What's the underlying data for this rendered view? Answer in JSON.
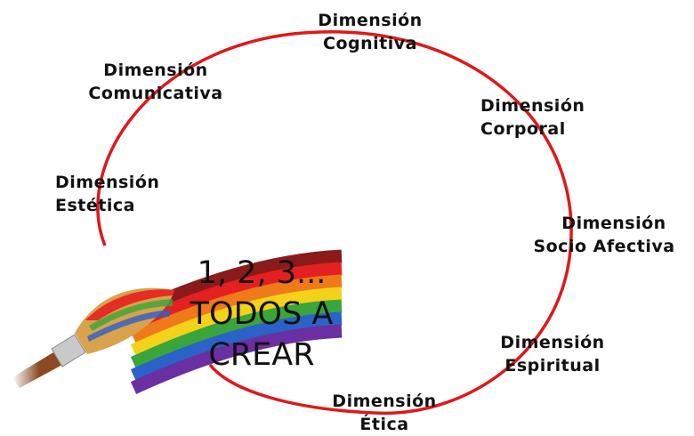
{
  "diagram": {
    "circle_color": "#e01818",
    "dimensions": [
      {
        "line1": "Dimensión",
        "line2": "Cognitiva"
      },
      {
        "line1": "Dimensión",
        "line2": "Comunicativa"
      },
      {
        "line1": "Dimensión",
        "line2": "Corporal"
      },
      {
        "line1": "Dimensión",
        "line2": "Estética"
      },
      {
        "line1": "Dimensión",
        "line2": "Socio Afectiva"
      },
      {
        "line1": "Dimensión",
        "line2": "Espiritual"
      },
      {
        "line1": "Dimensión",
        "line2": "Ética"
      }
    ]
  },
  "logo": {
    "line1": "1, 2, 3...",
    "line2": "TODOS A",
    "line3": "CREAR",
    "stripe_colors": [
      "#8b1a1a",
      "#e52020",
      "#f07a1a",
      "#f5d21a",
      "#3aa53a",
      "#2a62c8",
      "#6a2fa0"
    ],
    "icon": "paintbrush-icon"
  }
}
